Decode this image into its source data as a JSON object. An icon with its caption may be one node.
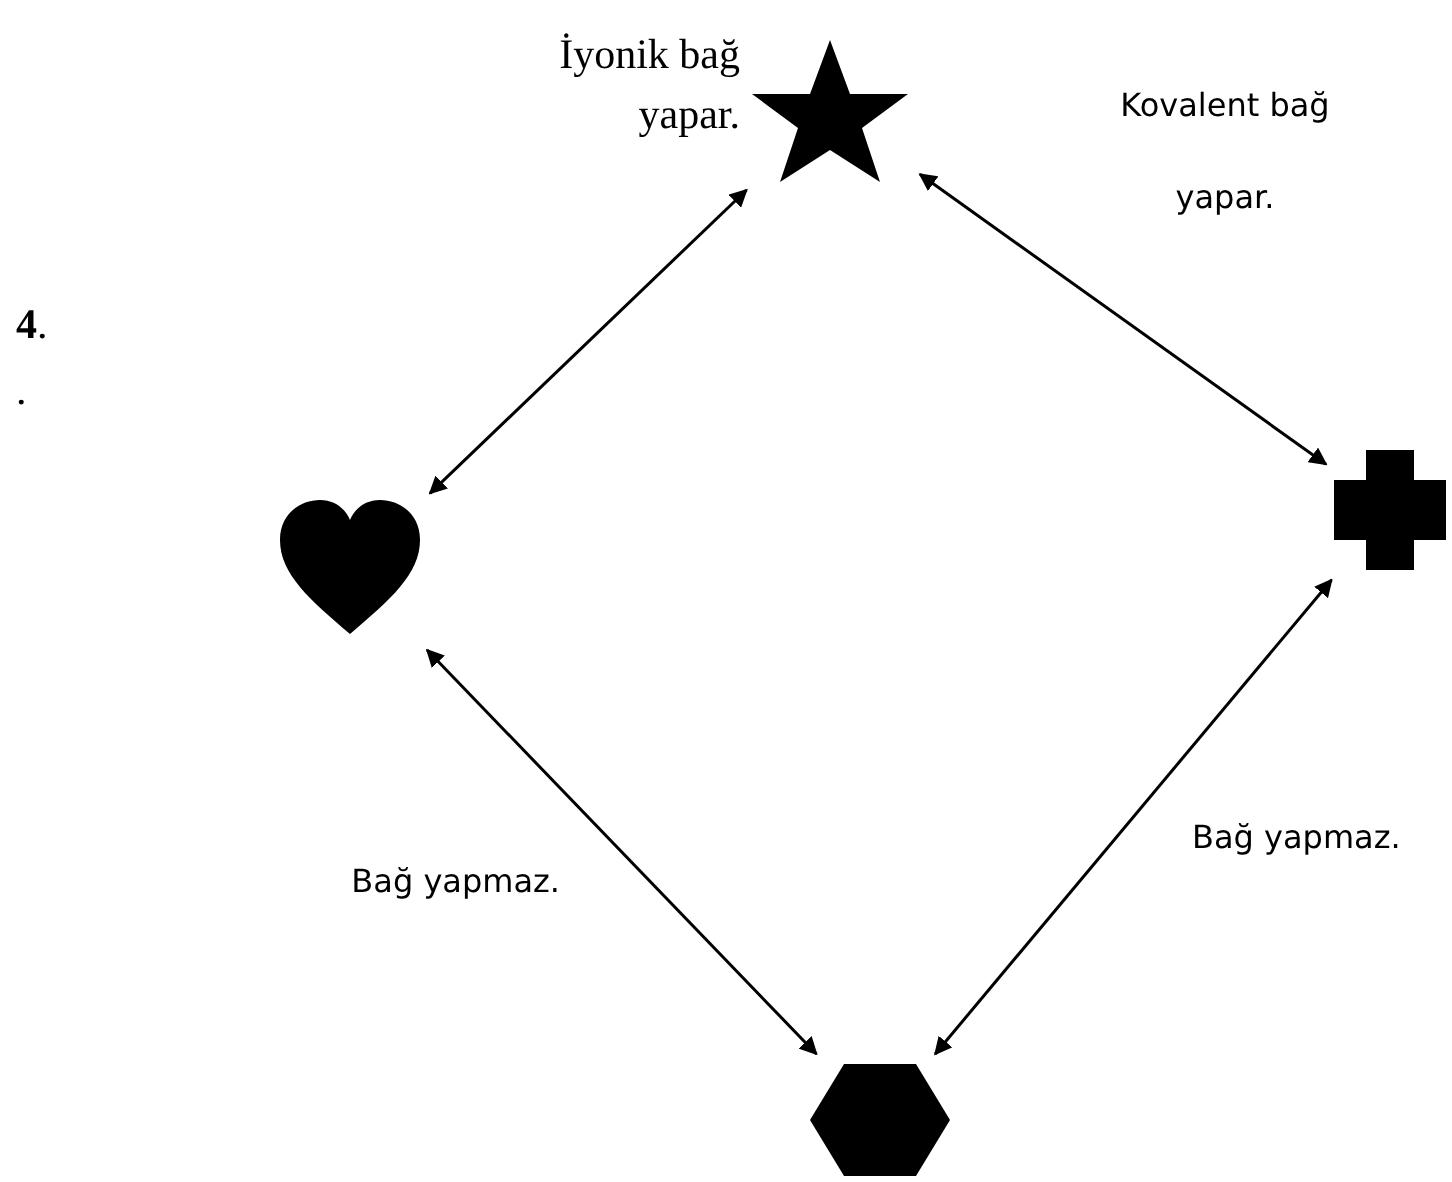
{
  "diagram": {
    "nodes": [
      {
        "text": [],
        "shape": "star"
      },
      {
        "text": [],
        "shape": "heart"
      },
      {
        "text": [],
        "shape": "cross"
      },
      {
        "text": [],
        "shape": "hexagon"
      }
    ],
    "edges": [
      {
        "from": 0,
        "to": 1,
        "arrow": "both",
        "label": "İyonik bağ yapar."
      },
      {
        "from": 0,
        "to": 2,
        "arrow": "both",
        "label": "Kovalent bağ yapar."
      },
      {
        "from": 1,
        "to": 3,
        "arrow": "both",
        "label": "Bağ yapmaz."
      },
      {
        "from": 2,
        "to": 3,
        "arrow": "both",
        "label": "Bağ yapmaz."
      }
    ],
    "labels": [
      "**4**.",
      "."
    ]
  }
}
